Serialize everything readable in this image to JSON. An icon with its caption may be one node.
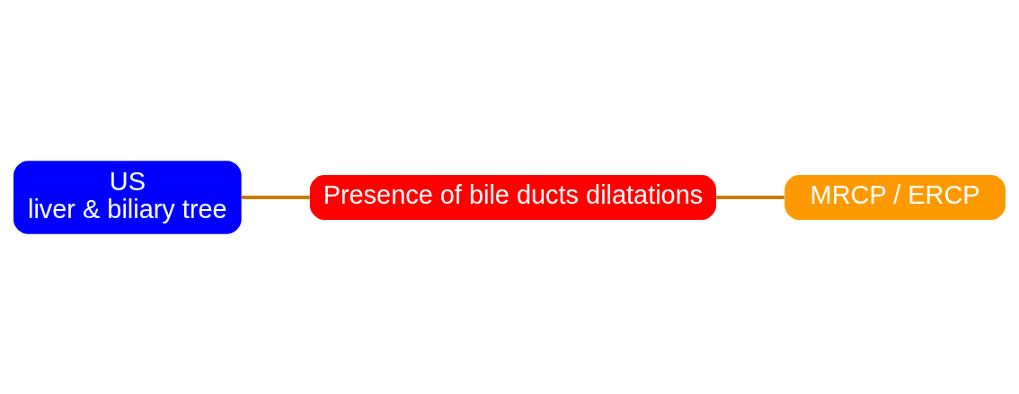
{
  "diagram": {
    "nodes": [
      {
        "text": [
          "US",
          "liver & biliary tree"
        ]
      },
      {
        "text": [
          "Presence of bile ducts dilatations"
        ]
      },
      {
        "text": [
          "MRCP / ERCP"
        ]
      }
    ],
    "edges": [
      {
        "from": 0,
        "to": 1,
        "arrow": "none"
      },
      {
        "from": 1,
        "to": 2,
        "arrow": "none"
      }
    ]
  }
}
